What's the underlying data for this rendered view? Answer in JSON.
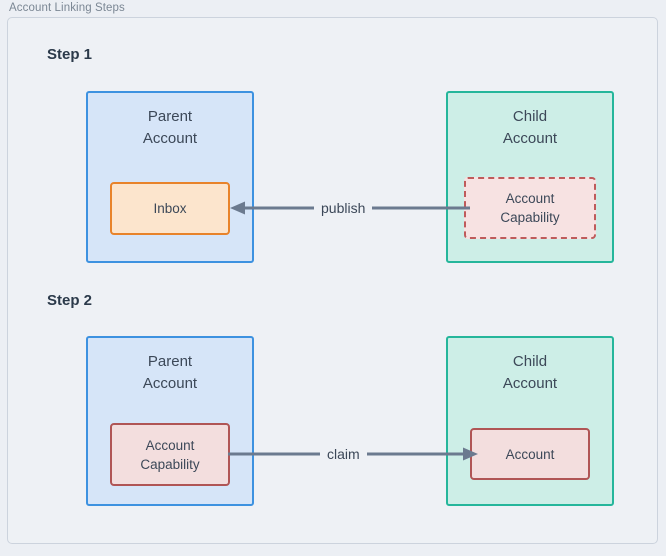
{
  "diagram": {
    "title": "Account Linking Steps",
    "background_color": "#eef1f5",
    "border_color": "#ccd3dd"
  },
  "steps": [
    {
      "label": "Step 1",
      "left_box": {
        "title": "Parent\nAccount",
        "fill": "#d6e5f8",
        "border": "#3d92e0",
        "inner": {
          "label": "Inbox",
          "fill": "#fce5cd",
          "border": "#e8832a",
          "border_style": "solid"
        }
      },
      "right_box": {
        "title": "Child\nAccount",
        "fill": "#cdeee7",
        "border": "#25b69b",
        "inner": {
          "label": "Account\nCapability",
          "fill": "#f7e2e2",
          "border": "#bf5b5b",
          "border_style": "dashed"
        }
      },
      "arrow": {
        "label": "publish",
        "direction": "right-to-left",
        "color": "#6b7a8f"
      }
    },
    {
      "label": "Step 2",
      "left_box": {
        "title": "Parent\nAccount",
        "fill": "#d6e5f8",
        "border": "#3d92e0",
        "inner": {
          "label": "Account\nCapability",
          "fill": "#f3dede",
          "border": "#b05555",
          "border_style": "solid"
        }
      },
      "right_box": {
        "title": "Child\nAccount",
        "fill": "#cdeee7",
        "border": "#25b69b",
        "inner": {
          "label": "Account",
          "fill": "#f3dede",
          "border": "#b05555",
          "border_style": "solid"
        }
      },
      "arrow": {
        "label": "claim",
        "direction": "left-to-right",
        "color": "#6b7a8f"
      }
    }
  ]
}
